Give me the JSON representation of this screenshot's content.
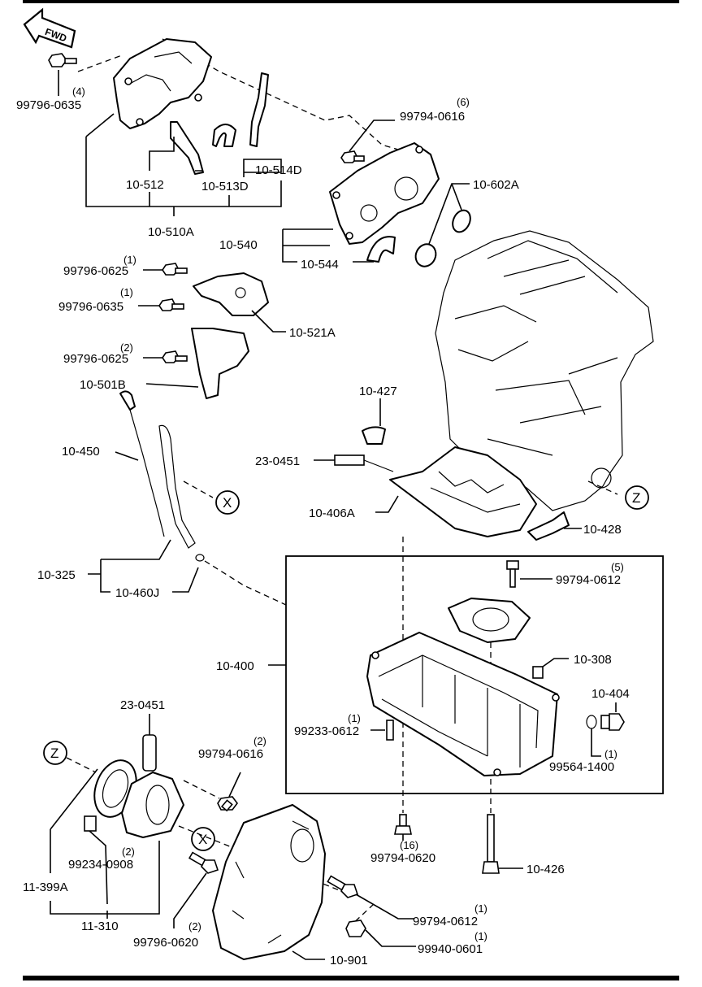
{
  "fwd_arrow": {
    "text": "FWD"
  },
  "markers": {
    "x": "X",
    "z": "Z"
  },
  "labels": {
    "b99796_0635_top": "99796-0635",
    "q_0635_top": "(4)",
    "p10_512": "10-512",
    "p10_513d": "10-513D",
    "p10_514d": "10-514D",
    "p10_510a": "10-510A",
    "b99794_0616_top": "99794-0616",
    "q_0616_top": "(6)",
    "p10_602a": "10-602A",
    "p10_540": "10-540",
    "p10_544": "10-544",
    "b99796_0625_a": "99796-0625",
    "q_0625_a": "(1)",
    "b99796_0635_mid": "99796-0635",
    "q_0635_mid": "(1)",
    "p10_521a": "10-521A",
    "b99796_0625_b": "99796-0625",
    "q_0625_b": "(2)",
    "p10_501b": "10-501B",
    "p10_427": "10-427",
    "p10_450": "10-450",
    "p23_0451_top": "23-0451",
    "p10_406a": "10-406A",
    "p10_428": "10-428",
    "p10_325": "10-325",
    "p10_460j": "10-460J",
    "b99794_0612_top": "99794-0612",
    "q_0612_top": "(5)",
    "p10_308": "10-308",
    "p10_400": "10-400",
    "p10_404": "10-404",
    "b99233_0612": "99233-0612",
    "q_99233": "(1)",
    "b99564_1400": "99564-1400",
    "q_99564": "(1)",
    "p23_0451_bot": "23-0451",
    "b99794_0616_bot": "99794-0616",
    "q_0616_bot": "(2)",
    "b99234_0908": "99234-0908",
    "q_99234": "(2)",
    "p11_399a": "11-399A",
    "p11_310": "11-310",
    "b99794_0620": "99794-0620",
    "q_0620": "(16)",
    "p10_426": "10-426",
    "b99794_0612_bot": "99794-0612",
    "q_0612_bot": "(1)",
    "b99940_0601": "99940-0601",
    "q_99940": "(1)",
    "b99796_0620": "99796-0620",
    "q_99796_0620": "(2)",
    "p10_901": "10-901"
  }
}
